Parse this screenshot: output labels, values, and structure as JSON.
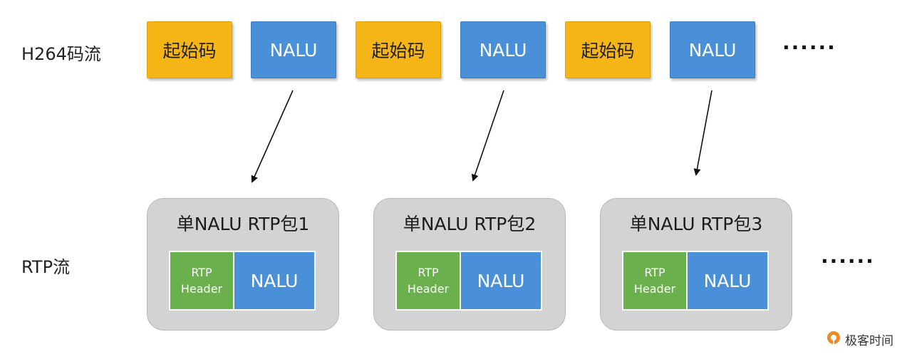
{
  "rows": {
    "h264_label": "H264码流",
    "rtp_label": "RTP流"
  },
  "stream": {
    "boxes": [
      "起始码",
      "NALU",
      "起始码",
      "NALU",
      "起始码",
      "NALU"
    ],
    "ellipsis": "······"
  },
  "packets": [
    {
      "title": "单NALU RTP包1",
      "header_line1": "RTP",
      "header_line2": "Header",
      "payload": "NALU"
    },
    {
      "title": "单NALU RTP包2",
      "header_line1": "RTP",
      "header_line2": "Header",
      "payload": "NALU"
    },
    {
      "title": "单NALU RTP包3",
      "header_line1": "RTP",
      "header_line2": "Header",
      "payload": "NALU"
    }
  ],
  "rtp_ellipsis": "······",
  "watermark": {
    "icon": "geek-time-logo-icon",
    "text": "极客时间"
  },
  "colors": {
    "start_code": "#f5b516",
    "nalu": "#4a90d8",
    "rtp_header": "#6ab04c",
    "packet_bg": "#d3d3d3"
  }
}
